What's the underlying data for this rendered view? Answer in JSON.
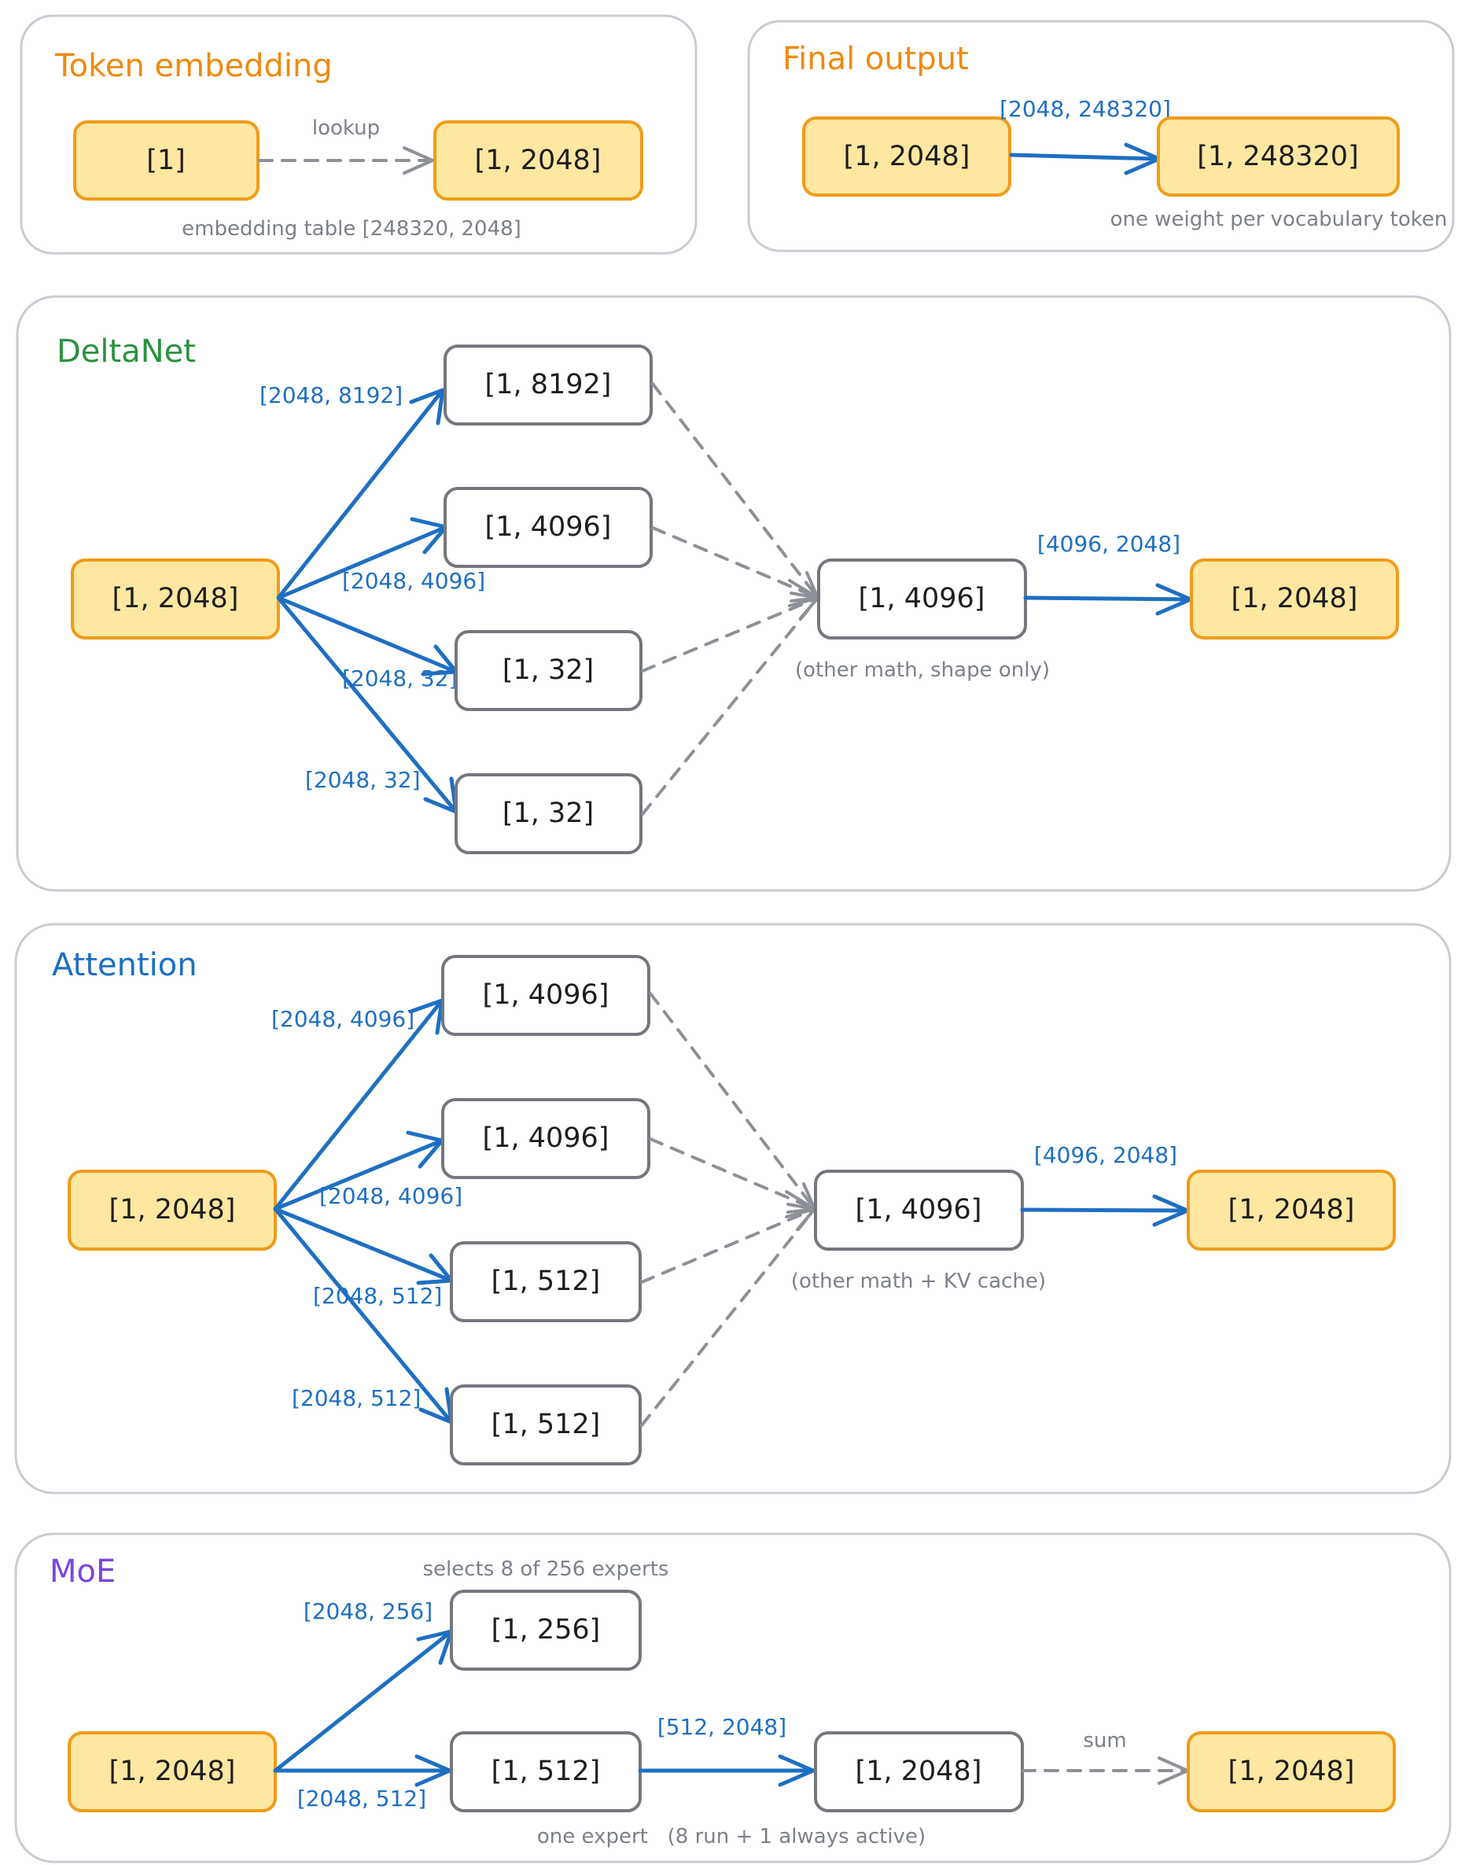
{
  "colors": {
    "token_embedding": "#ef8a10",
    "final_output": "#ef8a10",
    "deltanet": "#2a9240",
    "attention": "#1e6fc2",
    "moe": "#7b44e0",
    "weight_label": "#1e6fc2",
    "note": "#7c8088",
    "input_fill": "#fde7a1",
    "input_stroke": "#ef9c1a"
  },
  "token_embedding": {
    "title": "Token embedding",
    "input": "[1]",
    "output": "[1, 2048]",
    "edge_label": "lookup",
    "note": "embedding table  [248320, 2048]"
  },
  "final_output": {
    "title": "Final output",
    "input": "[1, 2048]",
    "output": "[1, 248320]",
    "weight": "[2048, 248320]",
    "note": "one weight per vocabulary token"
  },
  "deltanet": {
    "title": "DeltaNet",
    "input": "[1, 2048]",
    "branches": [
      {
        "output": "[1, 8192]",
        "weight": "[2048, 8192]"
      },
      {
        "output": "[1, 4096]",
        "weight": "[2048, 4096]"
      },
      {
        "output": "[1, 32]",
        "weight": "[2048, 32]"
      },
      {
        "output": "[1, 32]",
        "weight": "[2048, 32]"
      }
    ],
    "merge": "[1, 4096]",
    "merge_note": "(other math, shape only)",
    "out_weight": "[4096, 2048]",
    "output": "[1, 2048]"
  },
  "attention": {
    "title": "Attention",
    "input": "[1, 2048]",
    "branches": [
      {
        "output": "[1, 4096]",
        "weight": "[2048, 4096]"
      },
      {
        "output": "[1, 4096]",
        "weight": "[2048, 4096]"
      },
      {
        "output": "[1, 512]",
        "weight": "[2048, 512]"
      },
      {
        "output": "[1, 512]",
        "weight": "[2048, 512]"
      }
    ],
    "merge": "[1, 4096]",
    "merge_note": "(other math + KV cache)",
    "out_weight": "[4096, 2048]",
    "output": "[1, 2048]"
  },
  "moe": {
    "title": "MoE",
    "input": "[1, 2048]",
    "router_note": "selects 8 of 256 experts",
    "router_output": "[1, 256]",
    "router_weight": "[2048, 256]",
    "expert_hidden": "[1, 512]",
    "expert_in_weight": "[2048, 512]",
    "expert_out_weight": "[512, 2048]",
    "expert_output": "[1, 2048]",
    "sum_label": "sum",
    "output": "[1, 2048]",
    "expert_note": "one expert   (8 run + 1 always active)"
  }
}
